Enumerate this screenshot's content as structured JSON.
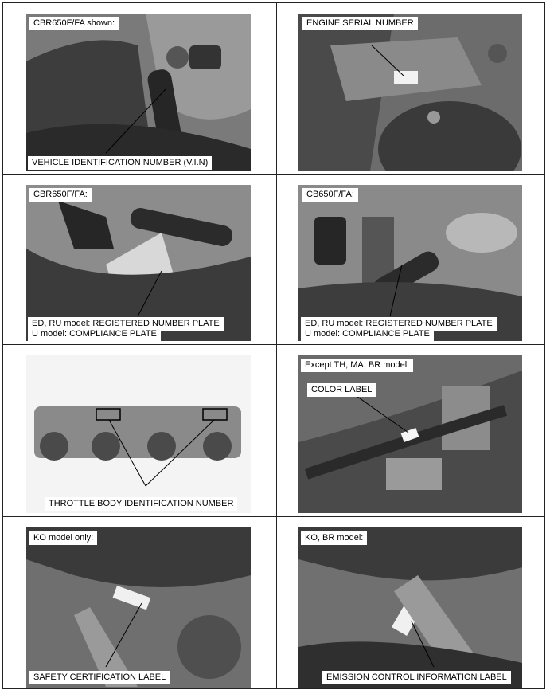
{
  "cells": [
    {
      "top_label": "CBR650F/FA shown:",
      "bottom_label": "VEHICLE IDENTIFICATION NUMBER (V.I.N)"
    },
    {
      "top_label": "ENGINE SERIAL NUMBER"
    },
    {
      "top_label": "CBR650F/FA:",
      "bottom_label_1": "ED, RU model: REGISTERED NUMBER PLATE",
      "bottom_label_2": "U model: COMPLIANCE PLATE"
    },
    {
      "top_label": "CB650F/FA:",
      "bottom_label_1": "ED, RU model: REGISTERED NUMBER PLATE",
      "bottom_label_2": "U model: COMPLIANCE PLATE"
    },
    {
      "bottom_label": "THROTTLE BODY IDENTIFICATION NUMBER"
    },
    {
      "top_label": "Except TH, MA, BR model:",
      "mid_label": "COLOR LABEL"
    },
    {
      "top_label": "KO model only:",
      "bottom_label": "SAFETY CERTIFICATION LABEL"
    },
    {
      "top_label": "KO, BR model:",
      "bottom_label": "EMISSION CONTROL INFORMATION LABEL"
    }
  ]
}
